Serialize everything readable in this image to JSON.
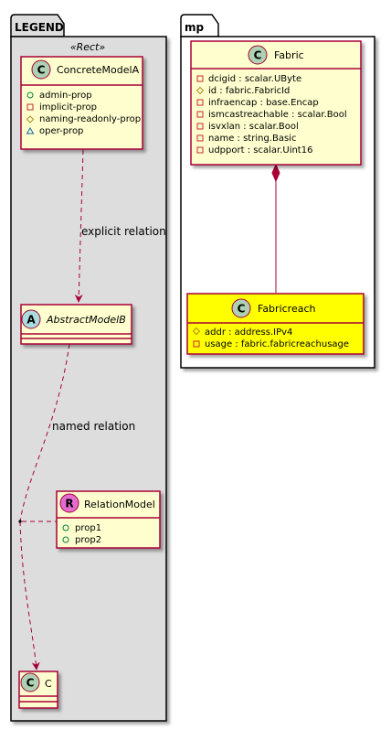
{
  "packages": {
    "legend": {
      "title": "LEGEND",
      "stereotype": "«Rect»"
    },
    "mp": {
      "title": "mp"
    }
  },
  "classes": {
    "concrete_model_a": {
      "kind": "C",
      "name": "ConcreteModelA",
      "members": [
        "admin-prop",
        "implicit-prop",
        "naming-readonly-prop",
        "oper-prop"
      ]
    },
    "abstract_model_b": {
      "kind": "A",
      "name": "AbstractModelB"
    },
    "relation_model": {
      "kind": "R",
      "name": "RelationModel",
      "members": [
        "prop1",
        "prop2"
      ]
    },
    "c": {
      "kind": "C",
      "name": "C"
    },
    "fabric": {
      "kind": "C",
      "name": "Fabric",
      "members": [
        "dcigid : scalar.UByte",
        "id : fabric.FabricId",
        "infraencap : base.Encap",
        "ismcastreachable : scalar.Bool",
        "isvxlan : scalar.Bool",
        "name : string.Basic",
        "udpport : scalar.Uint16"
      ]
    },
    "fabricreach": {
      "kind": "C",
      "name": "Fabricreach",
      "members": [
        "addr : address.IPv4",
        "usage : fabric.fabricreachusage"
      ]
    }
  },
  "edges": {
    "explicit": "explicit relation",
    "named": "named relation"
  },
  "colors": {
    "class_fill": "#FEFECE",
    "class_border": "#A80036",
    "highlight_fill": "#FFFF00",
    "legend_fill": "#DDDDDD",
    "circle_c": "#ADD1B2",
    "circle_a": "#A9DCDF",
    "circle_r": "#E36CD0"
  }
}
